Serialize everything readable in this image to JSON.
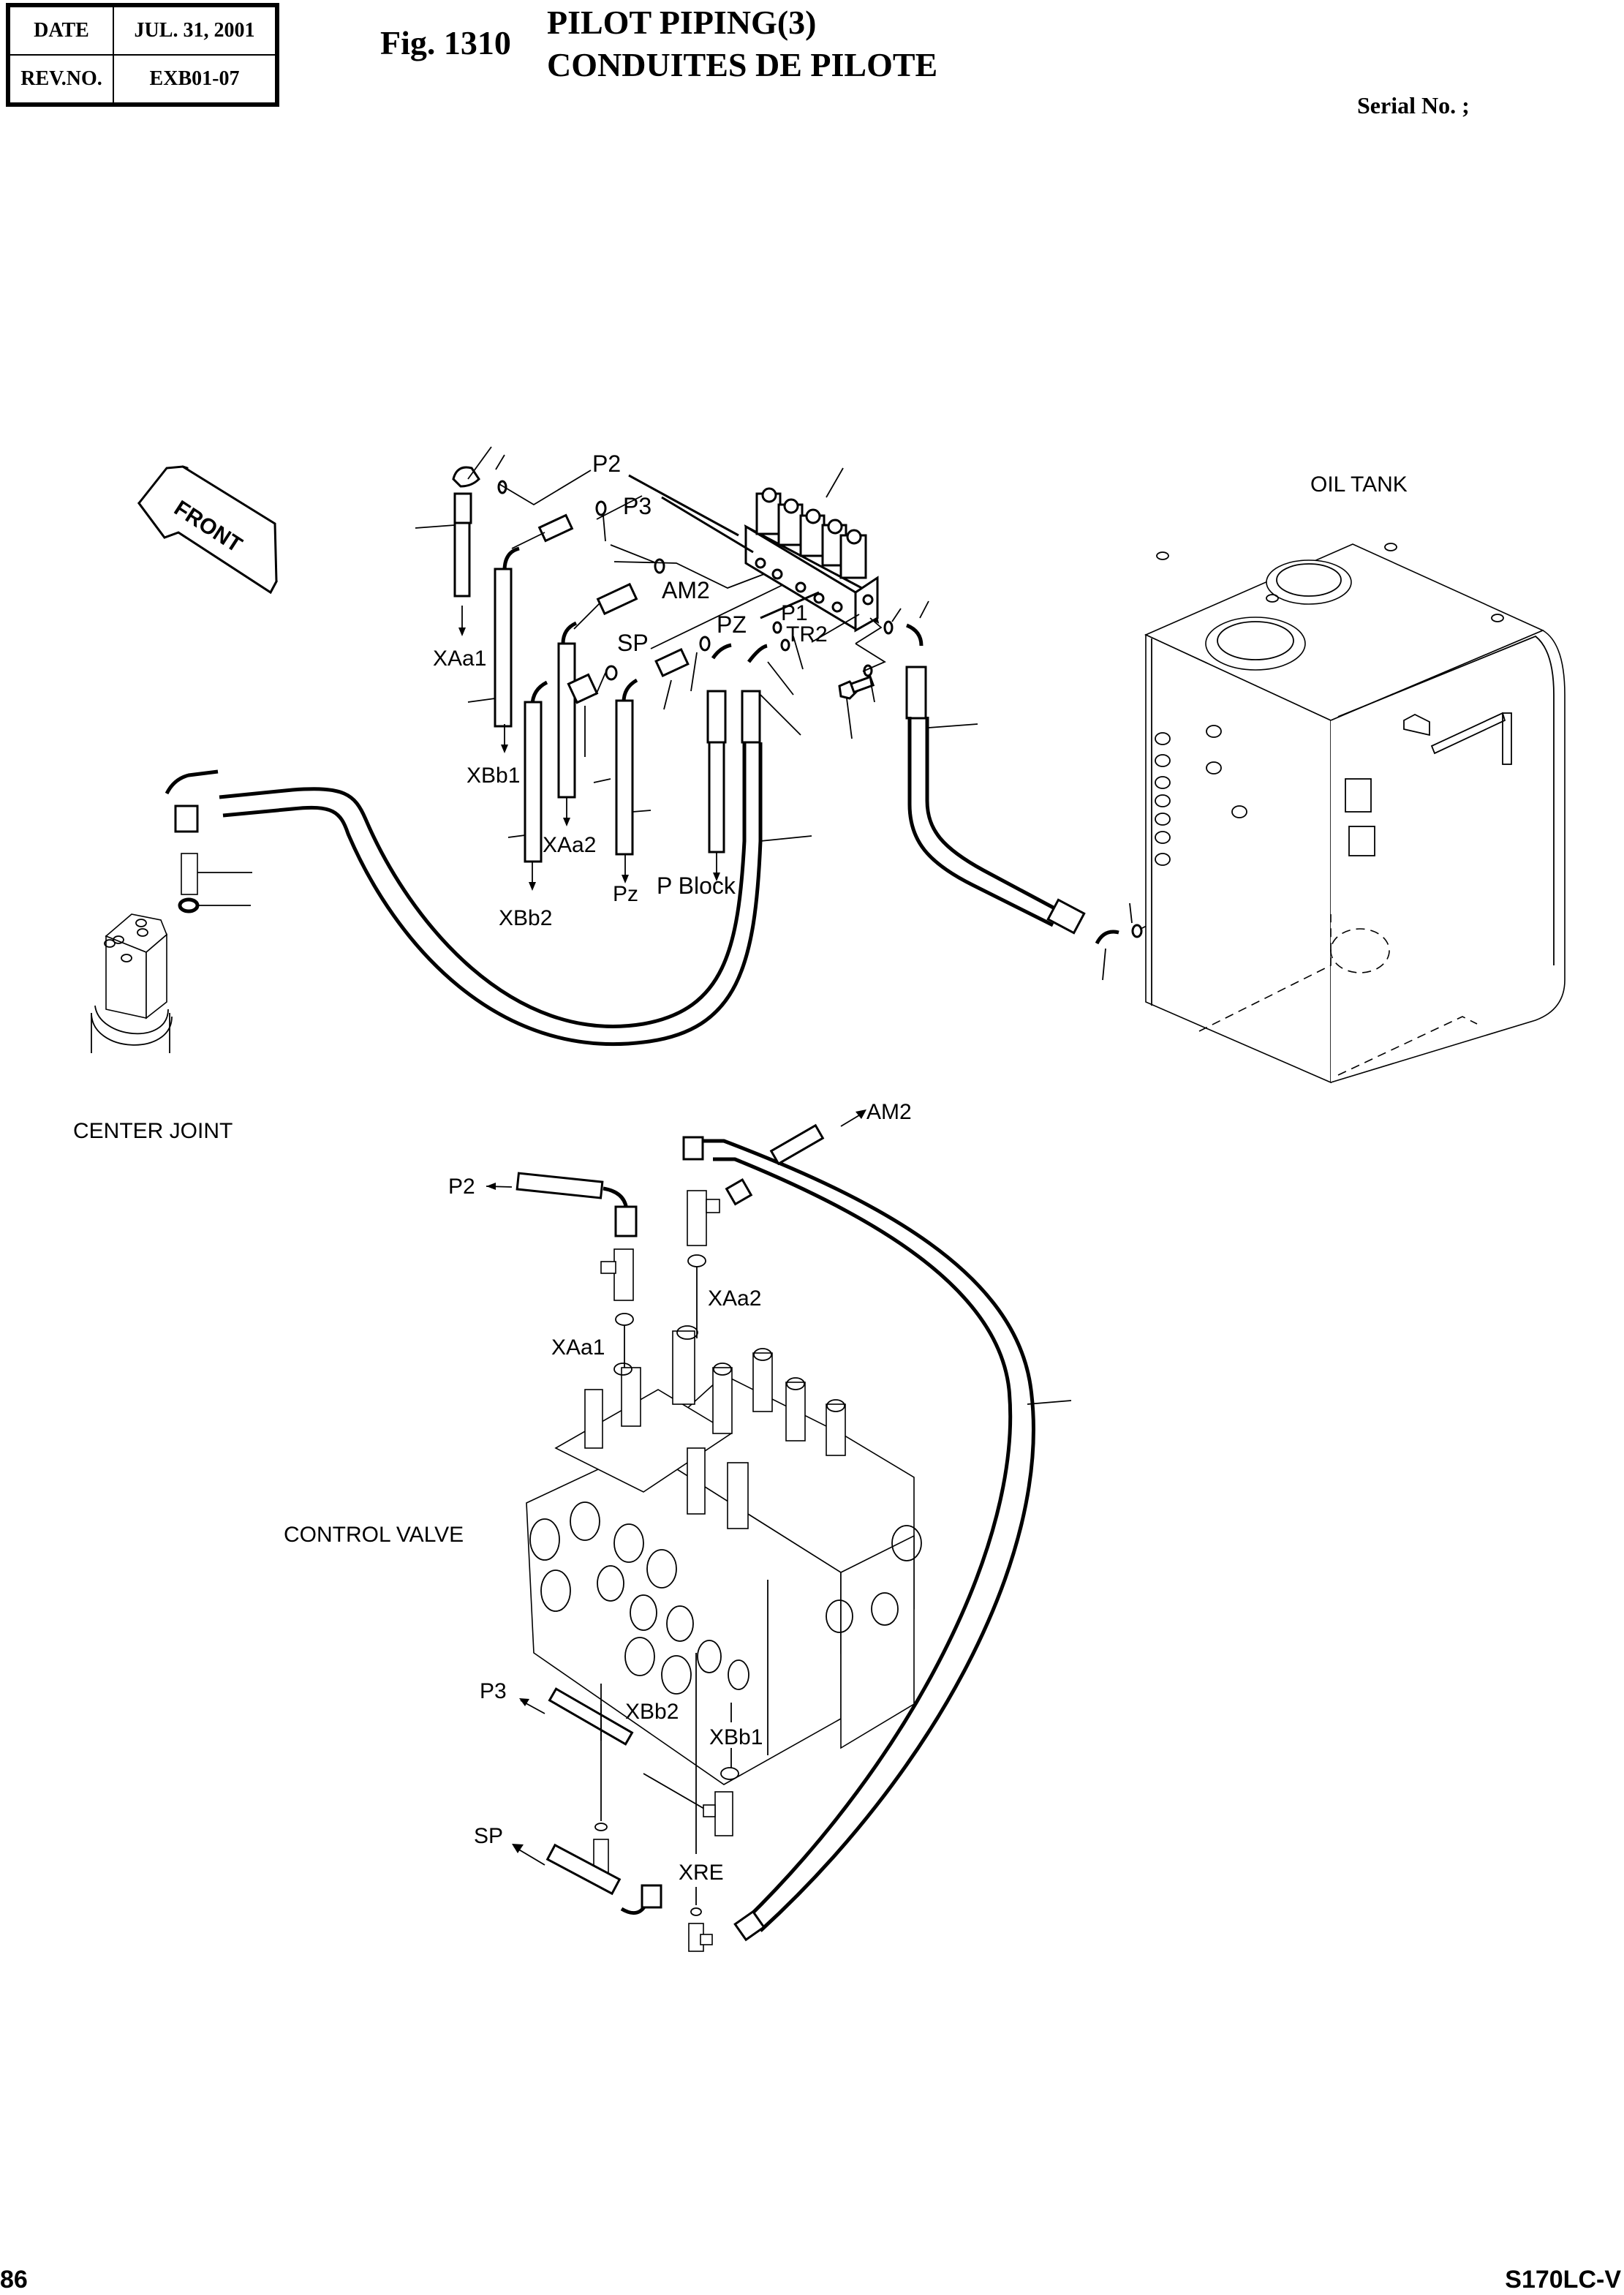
{
  "header": {
    "date_label": "DATE",
    "date_value": "JUL. 31, 2001",
    "rev_label": "REV.NO.",
    "rev_value": "EXB01-07",
    "fig_number": "Fig. 1310",
    "title_en": "PILOT PIPING(3)",
    "title_fr": "CONDUITES DE PILOTE",
    "serial_label": "Serial No. ;"
  },
  "footer": {
    "page_number": "86",
    "model": "S170LC-V"
  },
  "diagram": {
    "direction_arrow": "FRONT",
    "components": {
      "oil_tank": "OIL TANK",
      "center_joint": "CENTER JOINT",
      "control_valve": "CONTROL VALVE"
    },
    "upper_port_labels": {
      "p2": "P2",
      "p3": "P3",
      "am2": "AM2",
      "sp": "SP",
      "pz_upper": "PZ",
      "p1": "P1",
      "tr2": "TR2"
    },
    "upper_hose_destinations": {
      "xaa1": "XAa1",
      "xbb1": "XBb1",
      "xaa2": "XAa2",
      "xbb2": "XBb2",
      "pz": "Pz",
      "p_block": "P Block"
    },
    "lower_labels": {
      "am2": "AM2",
      "p2": "P2",
      "xaa2": "XAa2",
      "xaa1": "XAa1",
      "p3": "P3",
      "xbb2": "XBb2",
      "xbb1": "XBb1",
      "sp": "SP",
      "xre": "XRE"
    }
  }
}
